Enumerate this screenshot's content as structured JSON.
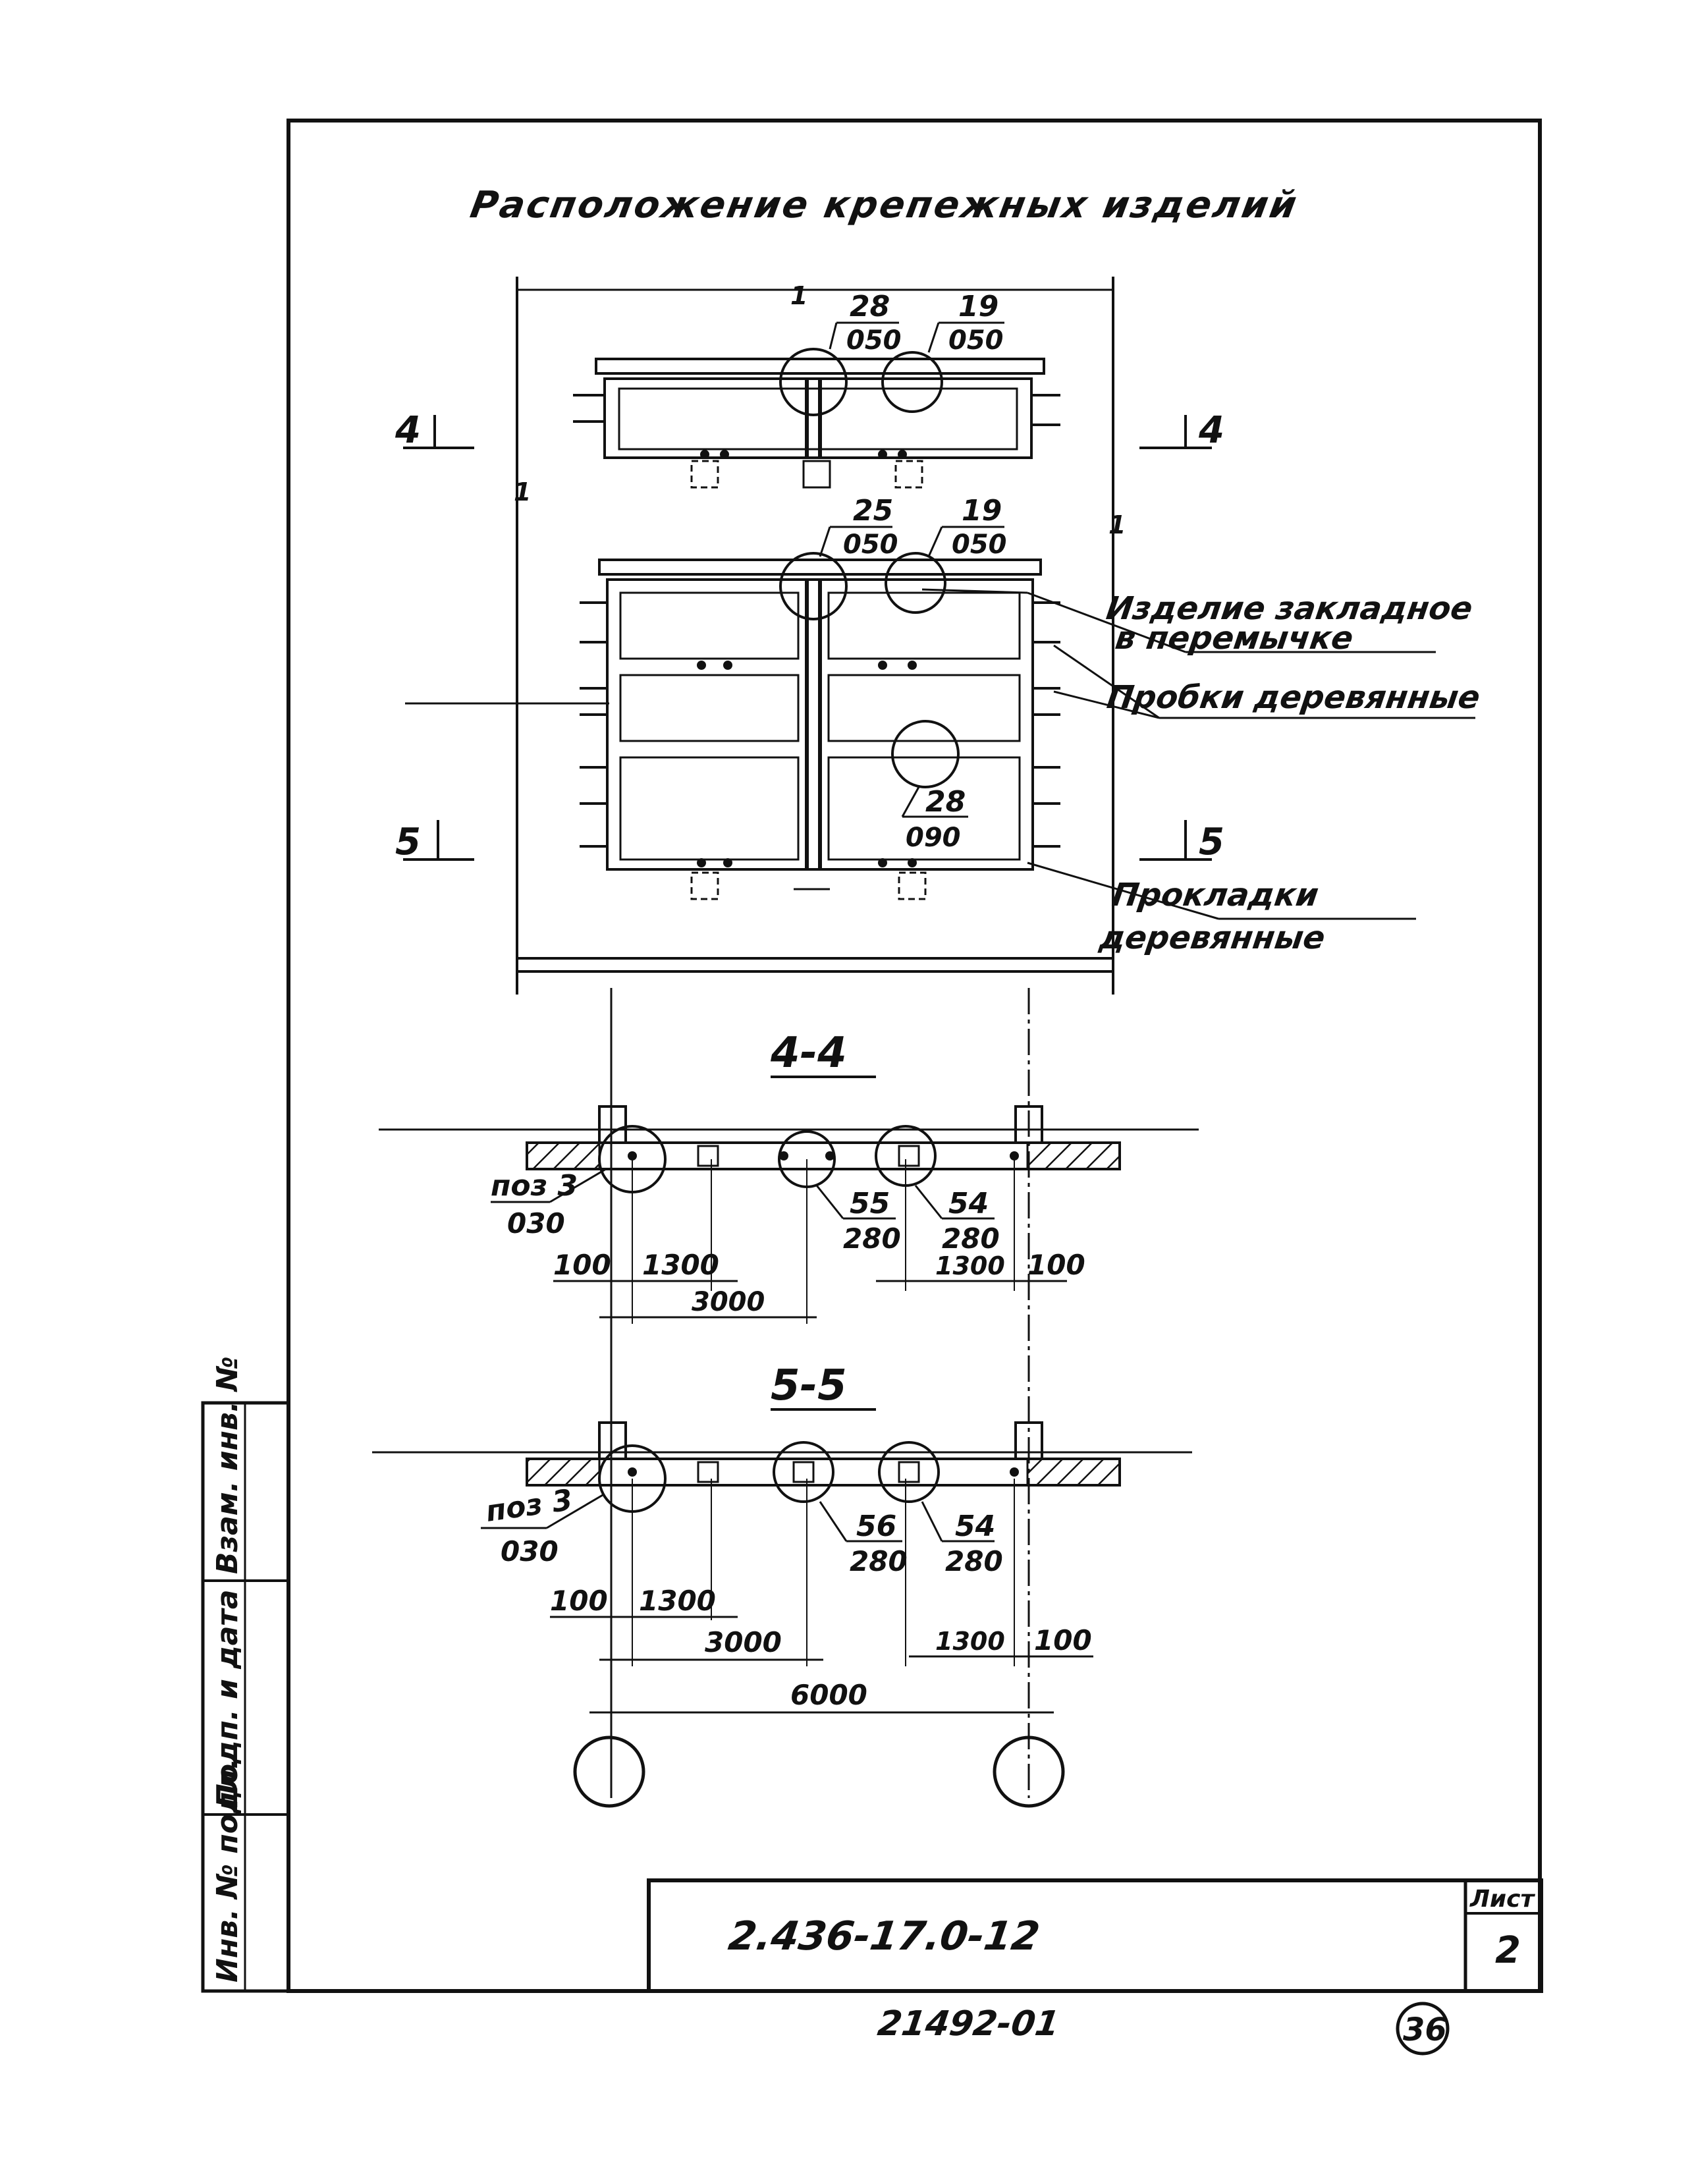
{
  "drawing": {
    "title": "Расположение крепежных изделий",
    "plan": {
      "axis_mark_top": "1",
      "axis_mark_left": "1",
      "axis_mark_right": "1",
      "callouts_top": [
        {
          "pos": "28",
          "size": "050"
        },
        {
          "pos": "19",
          "size": "050"
        }
      ],
      "callouts_middle": [
        {
          "pos": "25",
          "size": "050"
        },
        {
          "pos": "19",
          "size": "050"
        }
      ],
      "callout_lower": {
        "pos": "28",
        "size": "090"
      },
      "section_marks": [
        "4",
        "4",
        "5",
        "5"
      ],
      "notes": [
        {
          "line1": "Изделие закладное",
          "line2": "в перемычке"
        },
        {
          "line1": "Пробки деревянные",
          "line2": ""
        },
        {
          "line1": "Прокладки",
          "line2": "деревянные"
        }
      ]
    },
    "section_4": {
      "title": "4-4",
      "left_label_top": "поз 3",
      "left_label_bottom": "030",
      "callouts": [
        {
          "pos": "55",
          "size": "280"
        },
        {
          "pos": "54",
          "size": "280"
        }
      ],
      "dims_left": [
        "100",
        "1300"
      ],
      "dim_half_left": "3000",
      "dims_right": [
        "1300",
        "100"
      ]
    },
    "section_5": {
      "title": "5-5",
      "left_label_top": "поз 3",
      "left_label_bottom": "030",
      "callouts": [
        {
          "pos": "56",
          "size": "280"
        },
        {
          "pos": "54",
          "size": "280"
        }
      ],
      "dims_left": [
        "100",
        "1300"
      ],
      "dim_half_left": "3000",
      "dims_right": [
        "1300",
        "100"
      ],
      "dim_total": "6000"
    }
  },
  "side_stamp": [
    "Инв. № подл.",
    "Подп. и дата",
    "Взам. инв. №"
  ],
  "title_block": {
    "doc_code": "2.436-17.0-12",
    "sheet_label": "Лист",
    "sheet_number": "2"
  },
  "footer": {
    "archive_number": "21492-01",
    "page_number": "36"
  }
}
